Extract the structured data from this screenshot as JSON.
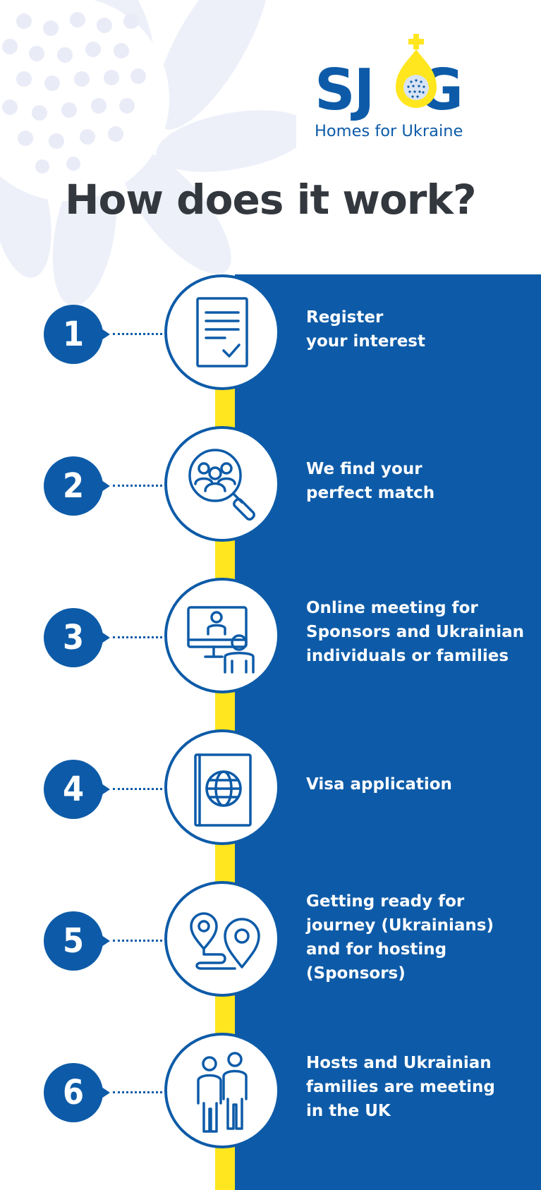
{
  "brand": {
    "logo_part1": "SJ",
    "logo_part2": "G",
    "subtitle": "Homes for Ukraine",
    "blue": "#0d5ba8",
    "yellow": "#ffe61e"
  },
  "title": "How does it work?",
  "steps": [
    {
      "number": "1",
      "icon": "document-check-icon",
      "lines": [
        "Register",
        "your interest"
      ]
    },
    {
      "number": "2",
      "icon": "people-search-icon",
      "lines": [
        "We find your",
        "perfect match"
      ]
    },
    {
      "number": "3",
      "icon": "online-meeting-icon",
      "lines": [
        "Online meeting for",
        "Sponsors and Ukrainian",
        "individuals or families"
      ]
    },
    {
      "number": "4",
      "icon": "passport-icon",
      "lines": [
        "Visa application"
      ]
    },
    {
      "number": "5",
      "icon": "map-route-icon",
      "lines": [
        "Getting ready for",
        "journey (Ukrainians)",
        "and for hosting",
        "(Sponsors)"
      ]
    },
    {
      "number": "6",
      "icon": "meeting-people-icon",
      "lines": [
        "Hosts and Ukrainian",
        "families are meeting",
        "in the UK"
      ]
    }
  ]
}
